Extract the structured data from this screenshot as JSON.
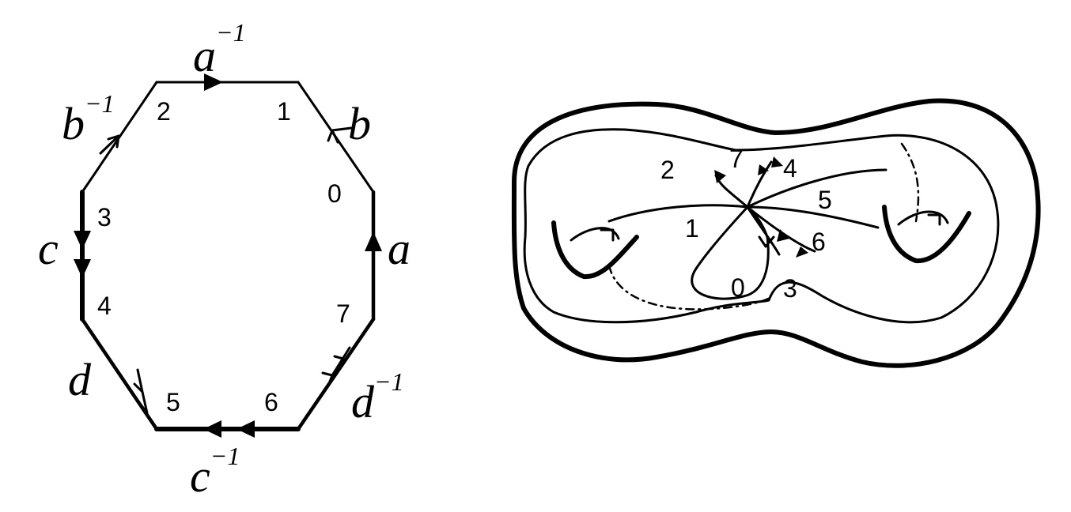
{
  "octagon": {
    "edges": {
      "a_inv": {
        "letter": "a",
        "exp": "−1"
      },
      "b": {
        "letter": "b"
      },
      "b_inv": {
        "letter": "b",
        "exp": "−1"
      },
      "c": {
        "letter": "c"
      },
      "a": {
        "letter": "a"
      },
      "d": {
        "letter": "d"
      },
      "d_inv": {
        "letter": "d",
        "exp": "−1"
      },
      "c_inv": {
        "letter": "c",
        "exp": "−1"
      }
    },
    "vertex_labels": [
      "0",
      "1",
      "2",
      "3",
      "4",
      "5",
      "6",
      "7"
    ]
  },
  "surface": {
    "path_labels": [
      "0",
      "1",
      "2",
      "3",
      "4",
      "5",
      "6",
      "7"
    ]
  }
}
